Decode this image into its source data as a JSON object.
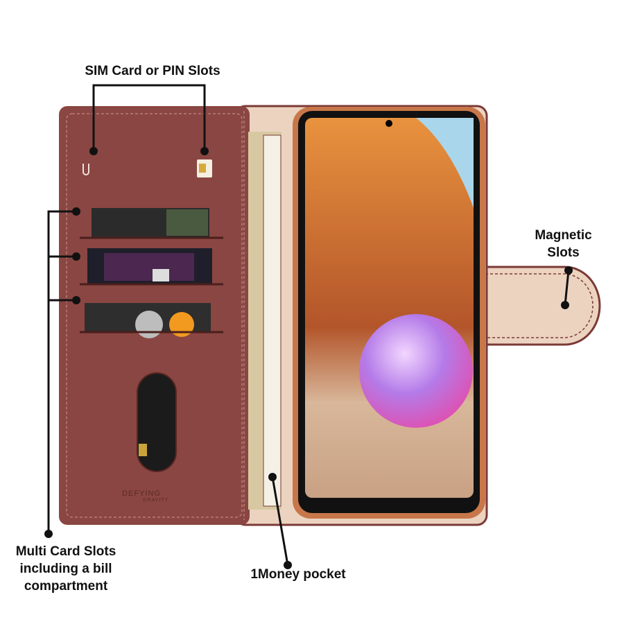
{
  "annotations": {
    "sim_slots": "SIM Card or PIN Slots",
    "magnetic": [
      "Magnetic",
      "Slots"
    ],
    "multi_card": [
      "Multi Card Slots",
      "including a bill",
      "compartment"
    ],
    "money_pocket": "1Money pocket"
  },
  "brand_logo": {
    "line1": "DEFYING",
    "line2": "GRAVITY"
  },
  "colors": {
    "case_brown": "#8a4642",
    "inner_beige": "#ecd3c0",
    "bezel": "#c8774a",
    "annotation": "#111111"
  }
}
